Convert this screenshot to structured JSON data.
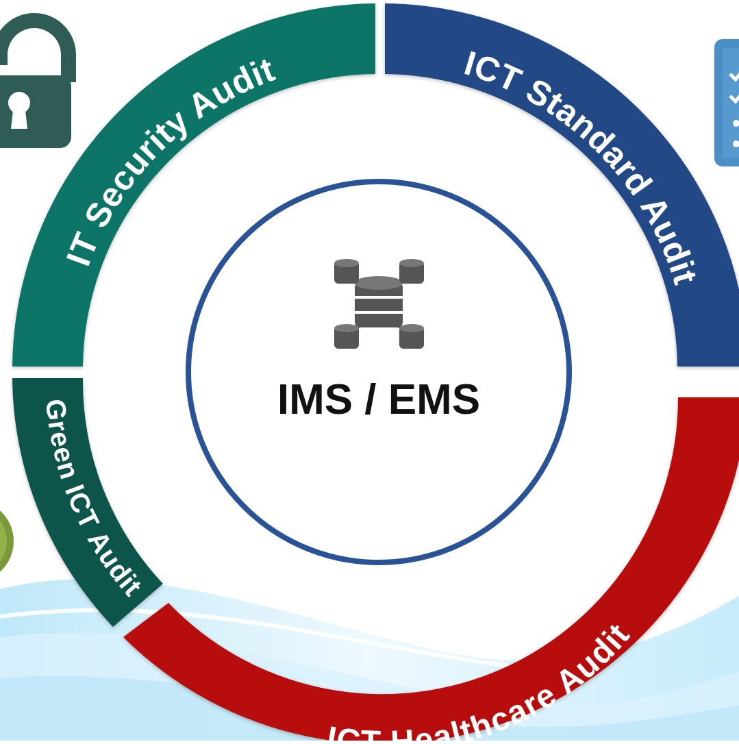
{
  "diagram": {
    "center": {
      "label": "IMS / EMS",
      "icon": "database-network-icon",
      "ring_color": "#2a5296"
    },
    "segments": [
      {
        "id": "it-security",
        "label": "IT Security Audit",
        "color": "#0e7468",
        "icon": "padlock-icon",
        "icon_color": "#2f5d56"
      },
      {
        "id": "ict-standard",
        "label": "ICT Standard Audit",
        "color": "#204a86",
        "icon": "document-checklist-icon",
        "icon_color": "#4a8fc6"
      },
      {
        "id": "ict-healthcare",
        "label": "ICT Healthcare Audit",
        "color": "#b80c10"
      },
      {
        "id": "green-ict",
        "label": "Green ICT Audit",
        "color": "#0c544c",
        "icon": "leaf-badge-icon",
        "icon_color": "#7a9a3a"
      }
    ],
    "background": {
      "wave_colors": [
        "#c9ecfb",
        "#e7f6fd",
        "#b7e3f7"
      ]
    }
  }
}
